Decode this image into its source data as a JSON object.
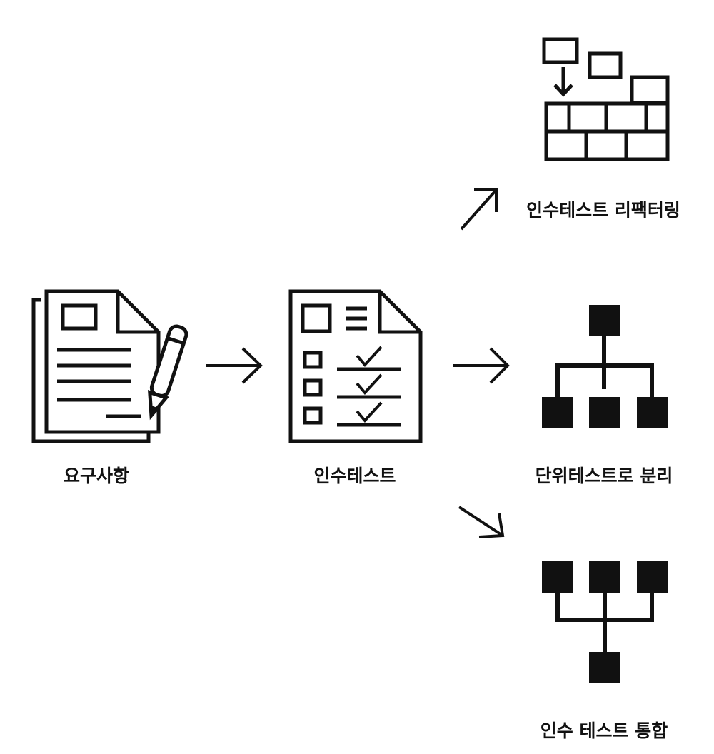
{
  "nodes": {
    "requirements": {
      "label": "요구사항",
      "icon": "document-pen-icon"
    },
    "acceptance_test": {
      "label": "인수테스트",
      "icon": "checklist-document-icon"
    },
    "refactoring": {
      "label": "인수테스트 리팩터링",
      "icon": "brick-wall-icon"
    },
    "split_unit": {
      "label": "단위테스트로 분리",
      "icon": "hierarchy-split-icon"
    },
    "integrate": {
      "label": "인수 테스트 통합",
      "icon": "hierarchy-merge-icon"
    }
  },
  "edges": [
    {
      "from": "requirements",
      "to": "acceptance_test",
      "icon": "arrow-right-icon"
    },
    {
      "from": "acceptance_test",
      "to": "refactoring",
      "icon": "arrow-up-right-icon"
    },
    {
      "from": "acceptance_test",
      "to": "split_unit",
      "icon": "arrow-right-icon"
    },
    {
      "from": "acceptance_test",
      "to": "integrate",
      "icon": "arrow-down-right-icon"
    }
  ],
  "colors": {
    "ink": "#111111",
    "background": "#ffffff"
  }
}
